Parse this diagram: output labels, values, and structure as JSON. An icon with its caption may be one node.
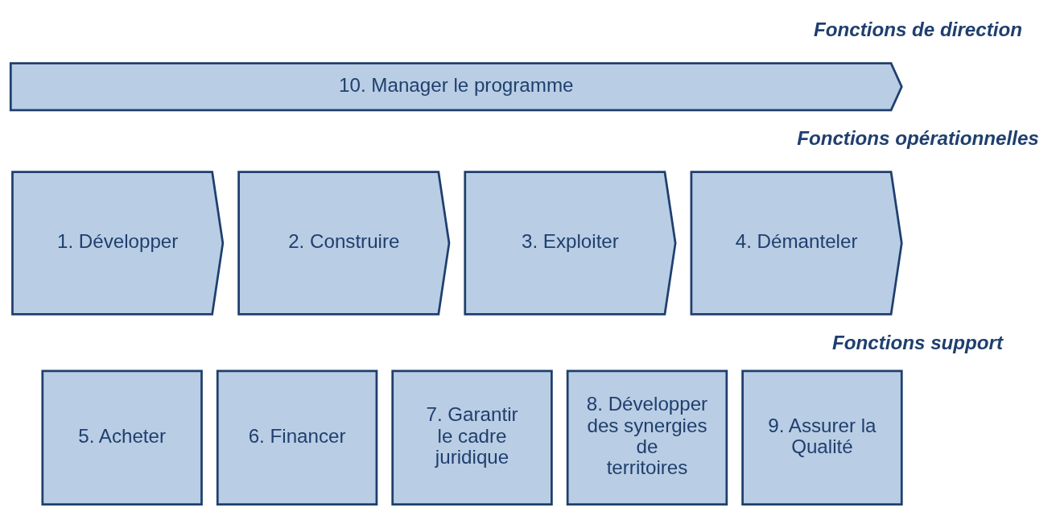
{
  "diagram": {
    "nodes": [
      {
        "text": [
          "10. Manager le programme"
        ]
      },
      {
        "text": [
          "1. Développer"
        ]
      },
      {
        "text": [
          "2. Construire"
        ]
      },
      {
        "text": [
          "3. Exploiter"
        ]
      },
      {
        "text": [
          "4. Démanteler"
        ]
      },
      {
        "text": [
          "5. Acheter"
        ]
      },
      {
        "text": [
          "6. Financer"
        ]
      },
      {
        "text": [
          "7. Garantir le cadre juridique"
        ]
      },
      {
        "text": [
          "8. Développer des synergies de territoires"
        ]
      },
      {
        "text": [
          "9. Assurer la Qualité"
        ]
      }
    ],
    "labels": [
      "Fonctions de direction",
      "Fonctions opérationnelles",
      "Fonctions support"
    ]
  }
}
